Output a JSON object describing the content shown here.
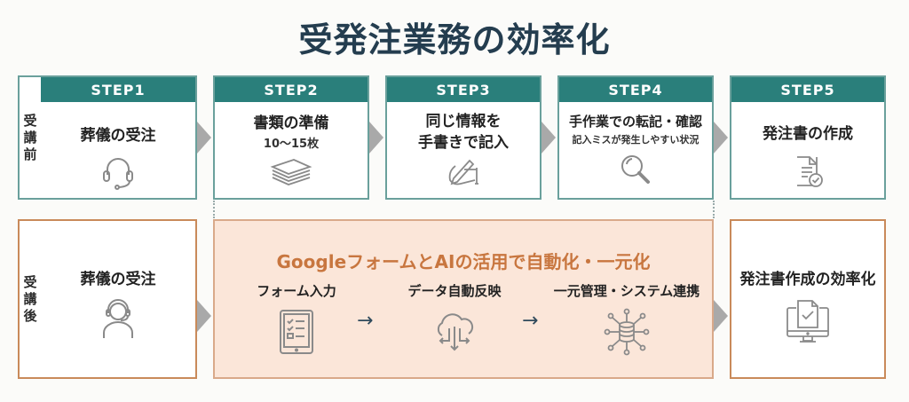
{
  "title": "受発注業務の効率化",
  "row_labels": {
    "before": [
      "受",
      "講",
      "前"
    ],
    "after": [
      "受",
      "講",
      "後"
    ]
  },
  "before_steps": [
    {
      "header": "STEP1",
      "main": "葬儀の受注",
      "sub": "",
      "icon": "headset-icon"
    },
    {
      "header": "STEP2",
      "main": "書類の準備",
      "sub": "10〜15枚",
      "icon": "document-stack-icon"
    },
    {
      "header": "STEP3",
      "main": "同じ情報を",
      "main2": "手書きで記入",
      "sub": "",
      "icon": "handwriting-icon"
    },
    {
      "header": "STEP4",
      "main": "手作業での転記・確認",
      "sub": "記入ミスが発生しやすい状況",
      "icon": "magnifier-icon"
    },
    {
      "header": "STEP5",
      "main": "発注書の作成",
      "sub": "",
      "icon": "document-check-icon"
    }
  ],
  "after": {
    "first": {
      "main": "葬儀の受注",
      "icon": "operator-icon"
    },
    "highlight": {
      "title": "GoogleフォームとAIの活用で自動化・一元化",
      "items": [
        {
          "label": "フォーム入力",
          "icon": "tablet-form-icon"
        },
        {
          "label": "データ自動反映",
          "icon": "cloud-sync-icon"
        },
        {
          "label": "一元管理・システム連携",
          "icon": "database-network-icon"
        }
      ],
      "arrow": "→"
    },
    "last": {
      "main": "発注書作成の効率化",
      "icon": "monitor-document-check-icon"
    }
  },
  "colors": {
    "title": "#243d4f",
    "teal_header": "#2a7f7b",
    "teal_border": "#6aa09c",
    "orange_border": "#c98a5a",
    "highlight_bg": "#fbe6d9",
    "highlight_text": "#c8763f",
    "icon_gray": "#8a8a8a"
  }
}
